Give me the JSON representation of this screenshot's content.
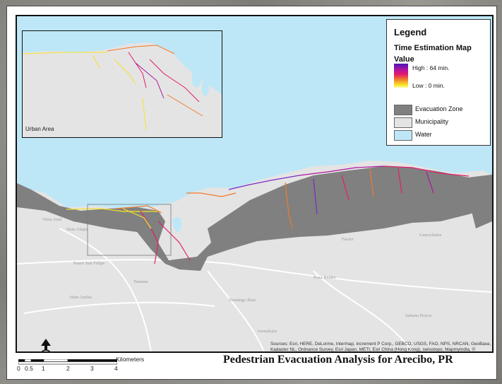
{
  "title": "Pedestrian Evacuation Analysis for Arecibo, PR",
  "legend": {
    "heading": "Legend",
    "layer": "Time Estimation Map",
    "value_heading": "Value",
    "high": "High : 64 min.",
    "low": "Low : 0 min.",
    "ramp_colors": [
      "#4a16b8",
      "#b0139f",
      "#e41c6a",
      "#f07a2a",
      "#f5e228",
      "#fffb9c"
    ],
    "classes": [
      {
        "label": "Evacuation Zone",
        "color": "#808080"
      },
      {
        "label": "Municipality",
        "color": "#e4e4e4"
      },
      {
        "label": "Water",
        "color": "#bde7f7"
      }
    ]
  },
  "inset": {
    "label": "Urban Area"
  },
  "place_labels": [
    "Vista Azul",
    "Hato Abajo",
    "Factor",
    "Garrochales",
    "Paseo San Felipe",
    "Tanama",
    "Hato Arriba",
    "Domingo Ruiz",
    "Poza Reales",
    "Sabana Hoyos",
    "Arenalejos"
  ],
  "sources": "Sources: Esri, HERE, DeLorme, Intermap, increment P Corp., GEBCO, USGS, FAO, NPS, NRCAN, GeoBase, IGN, Kadaster NL, Ordnance Survey, Esri Japan, METI, Esri China (Hong Kong), swisstopo, MapmyIndia, © OpenStreetMap contributors, and the GIS User Community",
  "scale": {
    "unit": "Kilometers",
    "ticks": [
      "0",
      "0.5",
      "1",
      "2",
      "3",
      "4"
    ]
  },
  "north_arrow": "N",
  "icons": {
    "north": "north-arrow-icon"
  }
}
